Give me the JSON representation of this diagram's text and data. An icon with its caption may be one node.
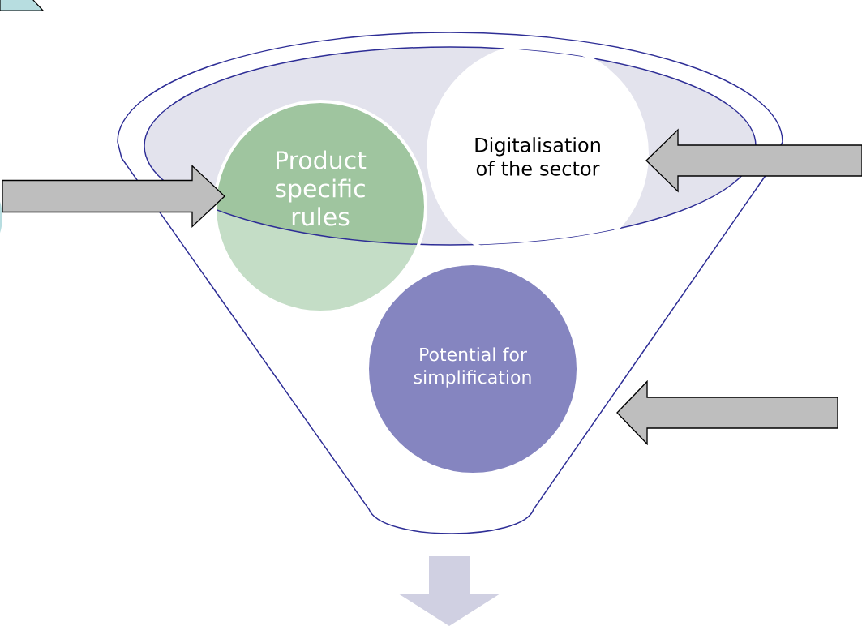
{
  "diagram": {
    "nodes": [
      {
        "text": [],
        "shape": "funnel"
      },
      {
        "text": [
          "Product specific rules"
        ],
        "in": 0
      },
      {
        "text": [
          "Digitalisation of the sector"
        ],
        "in": 0
      },
      {
        "text": [
          "Potential for simplification"
        ],
        "in": 0
      }
    ],
    "edges": [
      {
        "from": null,
        "to": 1,
        "arrow": "to"
      },
      {
        "from": null,
        "to": 2,
        "arrow": "to"
      },
      {
        "from": null,
        "to": 0,
        "arrow": "to"
      },
      {
        "from": 0,
        "to": null,
        "arrow": "to",
        "color": "#d0d0e2"
      }
    ]
  }
}
